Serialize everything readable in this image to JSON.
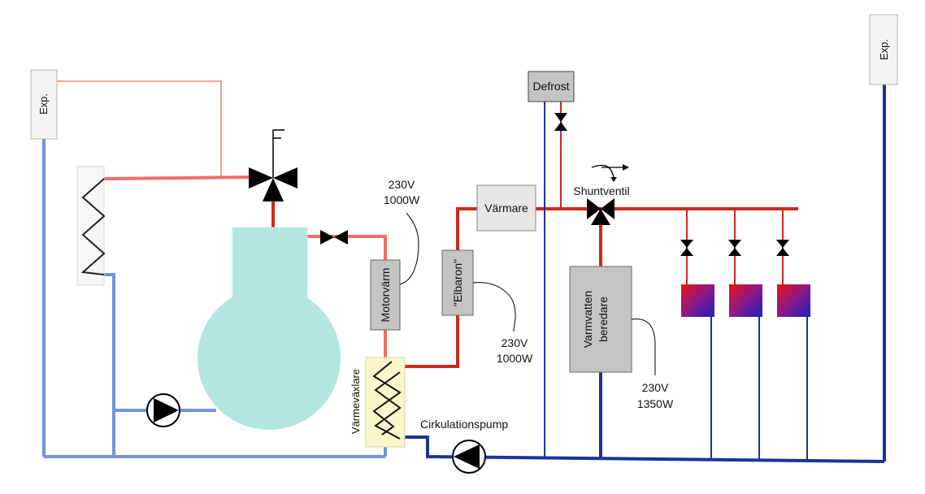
{
  "labels": {
    "exp_left": "Exp.",
    "exp_right": "Exp.",
    "defrost": "Defrost",
    "varmare": "Värmare",
    "shuntventil": "Shuntventil",
    "motorvarm": "Motorvärm",
    "elbaron": "\"Elbaron\"",
    "varmevaxlare": "Värmeväxlare",
    "cirkulationspump": "Cirkulationspump",
    "varmvatten_line1": "Varmvatten",
    "varmvatten_line2": "beredare",
    "power_motor_v": "230V",
    "power_motor_w": "1000W",
    "power_elbaron_v": "230V",
    "power_elbaron_w": "1000W",
    "power_beredare_v": "230V",
    "power_beredare_w": "1350W"
  },
  "colors": {
    "hot_pipe": "#cc2a1e",
    "warm_pipe": "#ef6e66",
    "cold_pipe": "#1a3596",
    "cool_pipe": "#7294dc",
    "box_gray": "#c4c4c4",
    "engine_teal": "#b2e6de",
    "exchanger_yellow": "#f9f6cc",
    "radiator_red": "#e01010",
    "radiator_blue": "#2020c0"
  }
}
